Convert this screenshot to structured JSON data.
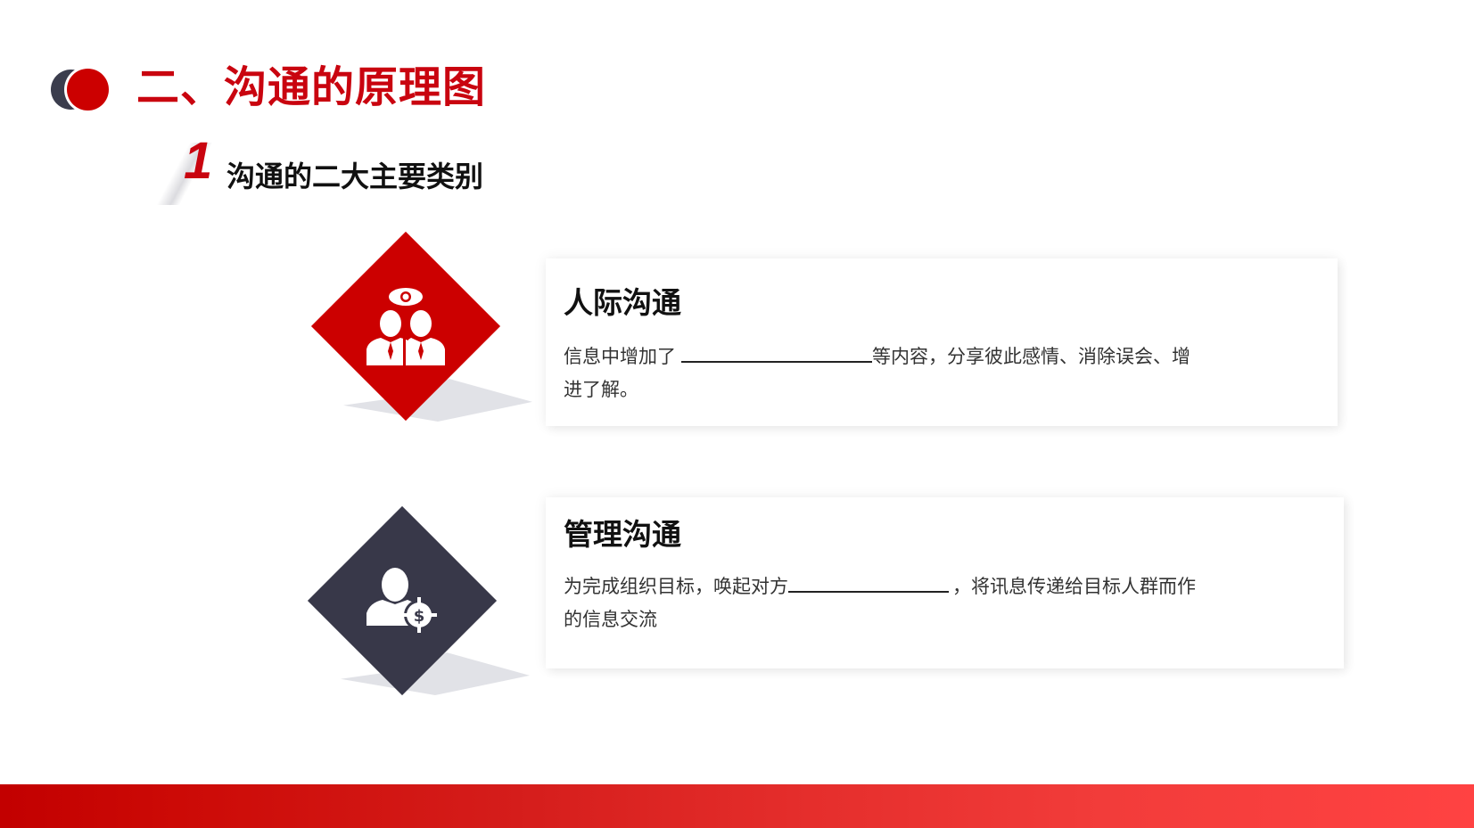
{
  "header": {
    "title": "二、沟通的原理图",
    "section_number": "1",
    "subtitle": "沟通的二大主要类别"
  },
  "cards": [
    {
      "title": "人际沟通",
      "icon": "people-eye-icon",
      "icon_color": "#cc0000",
      "text_before_blank": "信息中增加了",
      "text_after_blank": "等内容，分享彼此感情、消除误会、增进了解。"
    },
    {
      "title": "管理沟通",
      "icon": "person-target-dollar-icon",
      "icon_color": "#383849",
      "text_before_blank": "为完成组织目标，唤起对方",
      "text_after_blank": "，将讯息传递给目标人群而作的信息交流"
    }
  ],
  "colors": {
    "accent": "#cc0000",
    "dark": "#383849",
    "footer_start": "#c20000",
    "footer_end": "#ff4242"
  }
}
